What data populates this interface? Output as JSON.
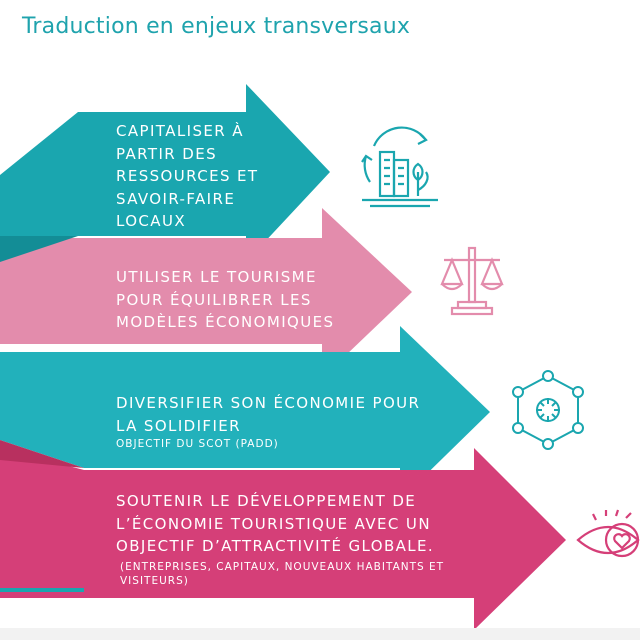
{
  "slide": {
    "title": "Traduction en enjeux transversaux"
  },
  "colors": {
    "title": "#1fa3ad",
    "teal": "#1aa6af",
    "teal_light": "#22b1bb",
    "pink": "#e38cac",
    "magenta": "#d53f78",
    "white": "#ffffff"
  },
  "bands": [
    {
      "color": "#1aa6af",
      "lines": [
        "CAPITALISER À",
        "PARTIR DES",
        "RESSOURCES ET",
        "SAVOIR-FAIRE",
        "LOCAUX"
      ],
      "icon": "city-cycle-icon"
    },
    {
      "color": "#e38cac",
      "lines": [
        "UTILISER LE TOURISME",
        "POUR ÉQUILIBRER LES",
        "MODÈLES ÉCONOMIQUES"
      ],
      "icon": "scales-icon"
    },
    {
      "color": "#22b1bb",
      "lines": [
        "DIVERSIFIER SON ÉCONOMIE POUR",
        "LA SOLIDIFIER"
      ],
      "sub": "OBJECTIF DU SCOT (PADD)",
      "icon": "network-hub-icon"
    },
    {
      "color": "#d53f78",
      "lines": [
        "SOUTENIR LE DÉVELOPPEMENT DE",
        "L’ÉCONOMIE TOURISTIQUE AVEC UN",
        "OBJECTIF D’ATTRACTIVITÉ GLOBALE."
      ],
      "sub_lines": [
        "(ENTREPRISES, CAPITAUX, NOUVEAUX HABITANTS ET",
        "VISITEURS)"
      ],
      "icon": "eye-heart-icon"
    }
  ]
}
